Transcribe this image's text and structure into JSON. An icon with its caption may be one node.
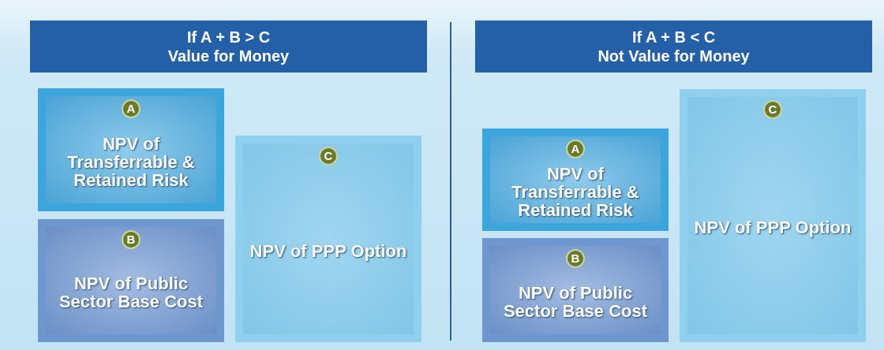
{
  "diagram": {
    "nodes": [
      {
        "text": [
          "If A + B > C",
          "Value for Money"
        ]
      },
      {
        "text": [
          "NPV of Transferrable & Retained Risk"
        ]
      },
      {
        "text": [
          "A"
        ],
        "in": 1
      },
      {
        "text": [
          "NPV of Public Sector Base Cost"
        ]
      },
      {
        "text": [
          "B"
        ],
        "in": 3
      },
      {
        "text": [
          "NPV of PPP Option"
        ]
      },
      {
        "text": [
          "C"
        ],
        "in": 5
      },
      {
        "text": [
          "If A + B < C",
          "Not Value for Money"
        ]
      },
      {
        "text": [
          "NPV of Transferrable & Retained Risk"
        ]
      },
      {
        "text": [
          "A"
        ],
        "in": 8
      },
      {
        "text": [
          "NPV of Public Sector Base Cost"
        ]
      },
      {
        "text": [
          "B"
        ],
        "in": 10
      },
      {
        "text": [
          "NPV of PPP Option"
        ]
      },
      {
        "text": [
          "C"
        ],
        "in": 12
      }
    ],
    "edges": []
  }
}
